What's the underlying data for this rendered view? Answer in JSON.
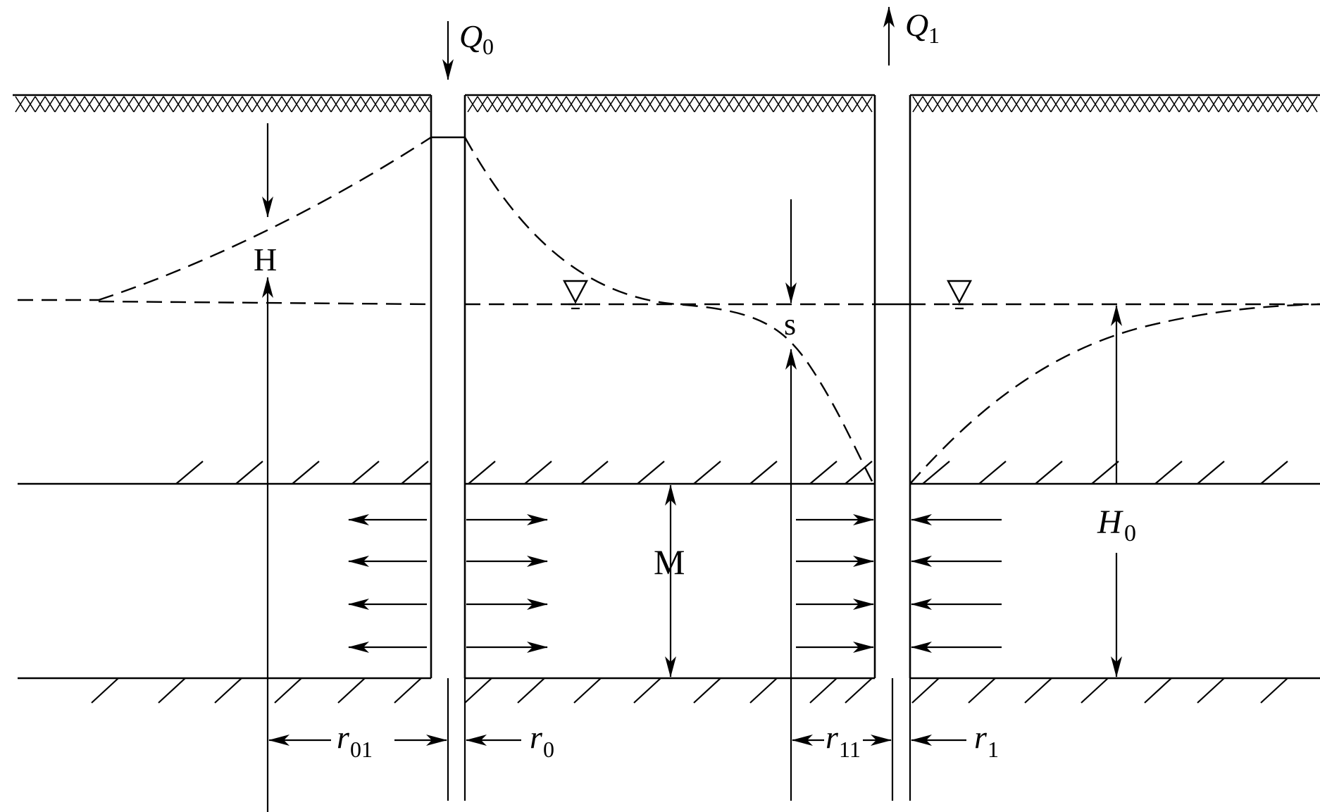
{
  "labels": {
    "Q0": {
      "main": "Q",
      "sub": "0"
    },
    "Q1": {
      "main": "Q",
      "sub": "1"
    },
    "H": "H",
    "s": "s",
    "M": "M",
    "H0": {
      "main": "H",
      "sub": "0"
    },
    "r01": {
      "main": "r",
      "sub": "01"
    },
    "r0": {
      "main": "r",
      "sub": "0"
    },
    "r11": {
      "main": "r",
      "sub": "11"
    },
    "r1": {
      "main": "r",
      "sub": "1"
    }
  }
}
